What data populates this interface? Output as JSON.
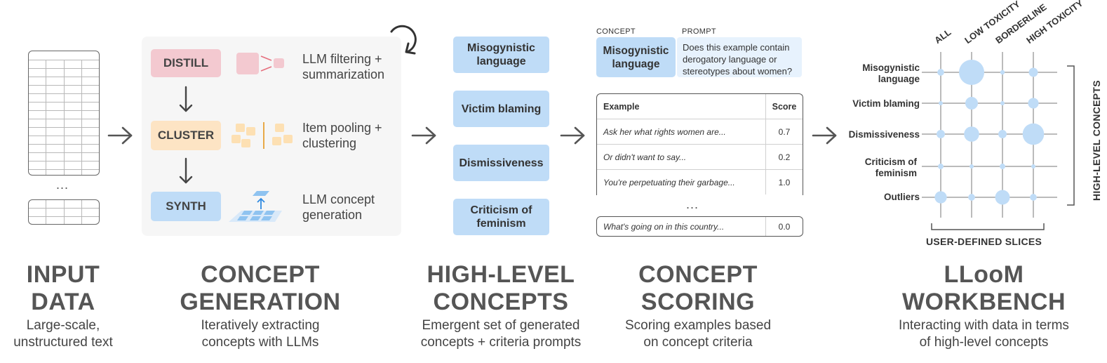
{
  "input": {
    "ellipsis": "...",
    "title_line1": "INPUT",
    "title_line2": "DATA",
    "subtitle_line1": "Large-scale,",
    "subtitle_line2": "unstructured text"
  },
  "generation": {
    "steps": [
      {
        "label": "DISTILL",
        "desc_line1": "LLM filtering +",
        "desc_line2": "summarization",
        "icon": "distill-funnel-icon"
      },
      {
        "label": "CLUSTER",
        "desc_line1": "Item pooling +",
        "desc_line2": "clustering",
        "icon": "cluster-squares-icon"
      },
      {
        "label": "SYNTH",
        "desc_line1": "LLM concept",
        "desc_line2": "generation",
        "icon": "synth-stack-icon"
      }
    ],
    "loop_icon": "iterate-loop-icon",
    "title_line1": "CONCEPT",
    "title_line2": "GENERATION",
    "subtitle_line1": "Iteratively extracting",
    "subtitle_line2": "concepts with LLMs"
  },
  "concepts": {
    "items": [
      "Misogynistic language",
      "Victim blaming",
      "Dismissiveness",
      "Criticism of feminism"
    ],
    "title_line1": "HIGH-LEVEL",
    "title_line2": "CONCEPTS",
    "subtitle_line1": "Emergent set of generated",
    "subtitle_line2": "concepts + criteria prompts"
  },
  "scoring": {
    "concept_label": "CONCEPT",
    "prompt_label": "PROMPT",
    "concept_value": "Misogynistic language",
    "prompt_line1": "Does this example contain",
    "prompt_line2": "derogatory language or",
    "prompt_line3": "stereotypes about women?",
    "table": {
      "headers": [
        "Example",
        "Score"
      ],
      "rows": [
        {
          "example": "Ask her what rights women are...",
          "score": "0.7"
        },
        {
          "example": "Or didn't want to say...",
          "score": "0.2"
        },
        {
          "example": "You're perpetuating their garbage...",
          "score": "1.0"
        }
      ],
      "ellipsis": "...",
      "last_row": {
        "example": "What's going on in this country...",
        "score": "0.0"
      }
    },
    "title_line1": "CONCEPT",
    "title_line2": "SCORING",
    "subtitle_line1": "Scoring examples based",
    "subtitle_line2": "on concept criteria"
  },
  "workbench": {
    "columns": [
      "ALL",
      "LOW TOXICITY",
      "BORDERLINE",
      "HIGH TOXICITY"
    ],
    "rows": [
      {
        "line1": "Misogynistic",
        "line2": "language"
      },
      {
        "line1": "Victim blaming",
        "line2": ""
      },
      {
        "line1": "Dismissiveness",
        "line2": ""
      },
      {
        "line1": "Criticism of",
        "line2": "feminism"
      },
      {
        "line1": "Outliers",
        "line2": ""
      }
    ],
    "bubble_sizes": [
      [
        0.27,
        1.0,
        0.18,
        0.36
      ],
      [
        0.15,
        0.5,
        0.15,
        0.42
      ],
      [
        0.33,
        0.6,
        0.33,
        0.85
      ],
      [
        0.22,
        0.15,
        0.22,
        0.15
      ],
      [
        0.48,
        0.27,
        0.58,
        0.27
      ]
    ],
    "x_axis_title": "USER-DEFINED SLICES",
    "y_axis_title": "HIGH-LEVEL CONCEPTS",
    "bubble_color": "#bfdcf7",
    "title_line1": "LLooM",
    "title_line2": "WORKBENCH",
    "subtitle_line1": "Interacting with data in terms",
    "subtitle_line2": "of high-level concepts"
  },
  "colors": {
    "distill": "#f3c9d0",
    "cluster": "#fde4c4",
    "synth": "#bfdcf7",
    "concept": "#bfdcf7",
    "arrow": "#555555"
  }
}
